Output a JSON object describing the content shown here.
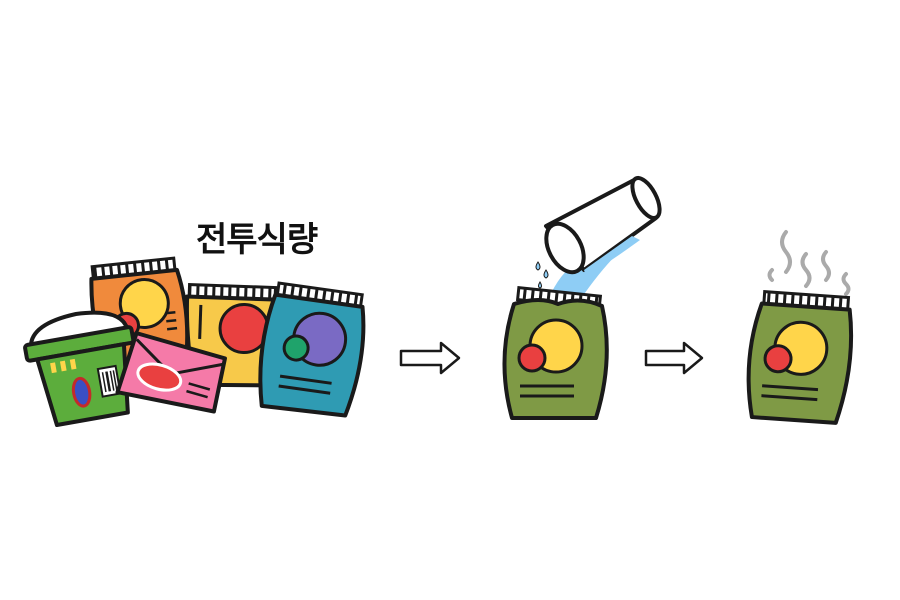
{
  "title": "전투식량",
  "colors": {
    "outline": "#1a1a1a",
    "orange_pack": "#f08a3c",
    "yellow_pack": "#f7c94a",
    "teal_pack": "#2f9bb3",
    "purple_circle": "#7a6ac4",
    "pink_pack": "#f57aa8",
    "green_cup": "#5cad3c",
    "olive_pack": "#7f9a45",
    "red_circle": "#e94040",
    "yellow_circle": "#ffd54a",
    "water": "#8ecdf5",
    "steam": "#aaaaaa"
  },
  "steps": [
    {
      "name": "various-ration-packs"
    },
    {
      "name": "pour-water"
    },
    {
      "name": "heated-pack"
    }
  ]
}
